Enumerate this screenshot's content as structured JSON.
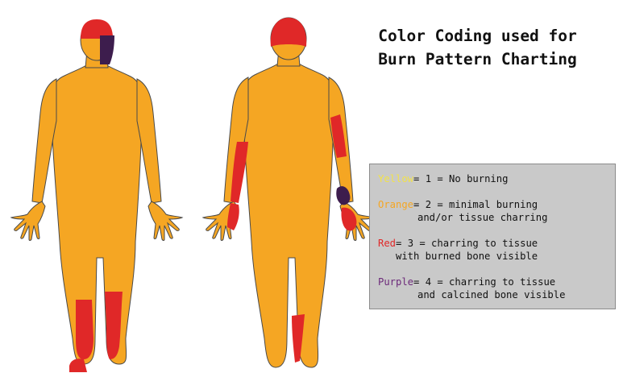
{
  "title": {
    "line1": "Color Coding used for",
    "line2": "Burn Pattern Charting"
  },
  "legend": {
    "items": [
      {
        "color_word": "Yellow",
        "color": "#f2e24a",
        "line1": "= 1 = No burning",
        "line2": ""
      },
      {
        "color_word": "Orange",
        "color": "#f5a623",
        "line1": "= 2 = minimal burning",
        "line2": "and/or tissue charring"
      },
      {
        "color_word": "Red",
        "color": "#e02828",
        "line1": "= 3 = charring to tissue",
        "line2": "with burned bone visible"
      },
      {
        "color_word": "Purple",
        "color": "#6c2a7a",
        "line1": "= 4 = charring to tissue",
        "line2": "and calcined bone visible"
      }
    ]
  },
  "colors": {
    "body": "#f5a623",
    "burn_red": "#e02828",
    "burn_purple": "#3d1d4d",
    "legend_bg": "#c9c9c9",
    "outline": "#4a4a4a"
  }
}
